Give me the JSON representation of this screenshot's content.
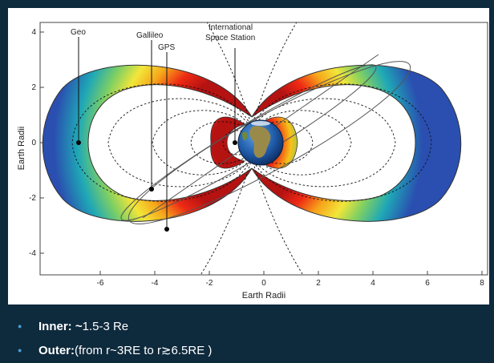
{
  "figure": {
    "xlabel": "Earth Radii",
    "ylabel": "Earth Radii",
    "x_ticks": [
      "-6",
      "-4",
      "-2",
      "0",
      "2",
      "4",
      "6",
      "8"
    ],
    "y_ticks": [
      "4",
      "2",
      "0",
      "-2",
      "-4"
    ],
    "labels": {
      "geo": "Geo",
      "galileo": "Gallileo",
      "gps": "GPS",
      "iss_line1": "International",
      "iss_line2": "Space Station"
    }
  },
  "bullets": [
    {
      "key": "Inner: ~",
      "text": "1.5-3 Re"
    },
    {
      "key": "Outer:",
      "text": " (from r~3RE to r≳6.5RE )"
    }
  ],
  "colors": {
    "background": "#0e2a3d",
    "bullet_marker": "#4a9fd8",
    "belt_inner": "#d81c1c",
    "belt_mid": "#f6c21a",
    "belt_outer": "#2a5fb5"
  }
}
